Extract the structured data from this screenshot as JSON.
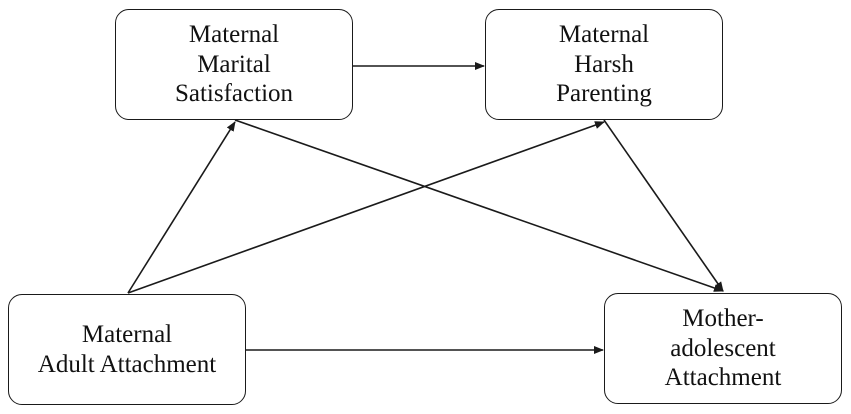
{
  "nodes": {
    "maternal_marital_satisfaction": "Maternal\nMarital\nSatisfaction",
    "maternal_harsh_parenting": "Maternal\nHarsh\nParenting",
    "maternal_adult_attachment": "Maternal\nAdult Attachment",
    "mother_adolescent_attachment": "Mother-\nadolescent\nAttachment"
  },
  "edges": [
    {
      "from": "maternal_marital_satisfaction",
      "to": "maternal_harsh_parenting"
    },
    {
      "from": "maternal_adult_attachment",
      "to": "maternal_marital_satisfaction"
    },
    {
      "from": "maternal_adult_attachment",
      "to": "maternal_harsh_parenting"
    },
    {
      "from": "maternal_adult_attachment",
      "to": "mother_adolescent_attachment"
    },
    {
      "from": "maternal_marital_satisfaction",
      "to": "mother_adolescent_attachment"
    },
    {
      "from": "maternal_harsh_parenting",
      "to": "mother_adolescent_attachment"
    }
  ],
  "colors": {
    "stroke": "#1a1a1a",
    "background": "#ffffff"
  }
}
